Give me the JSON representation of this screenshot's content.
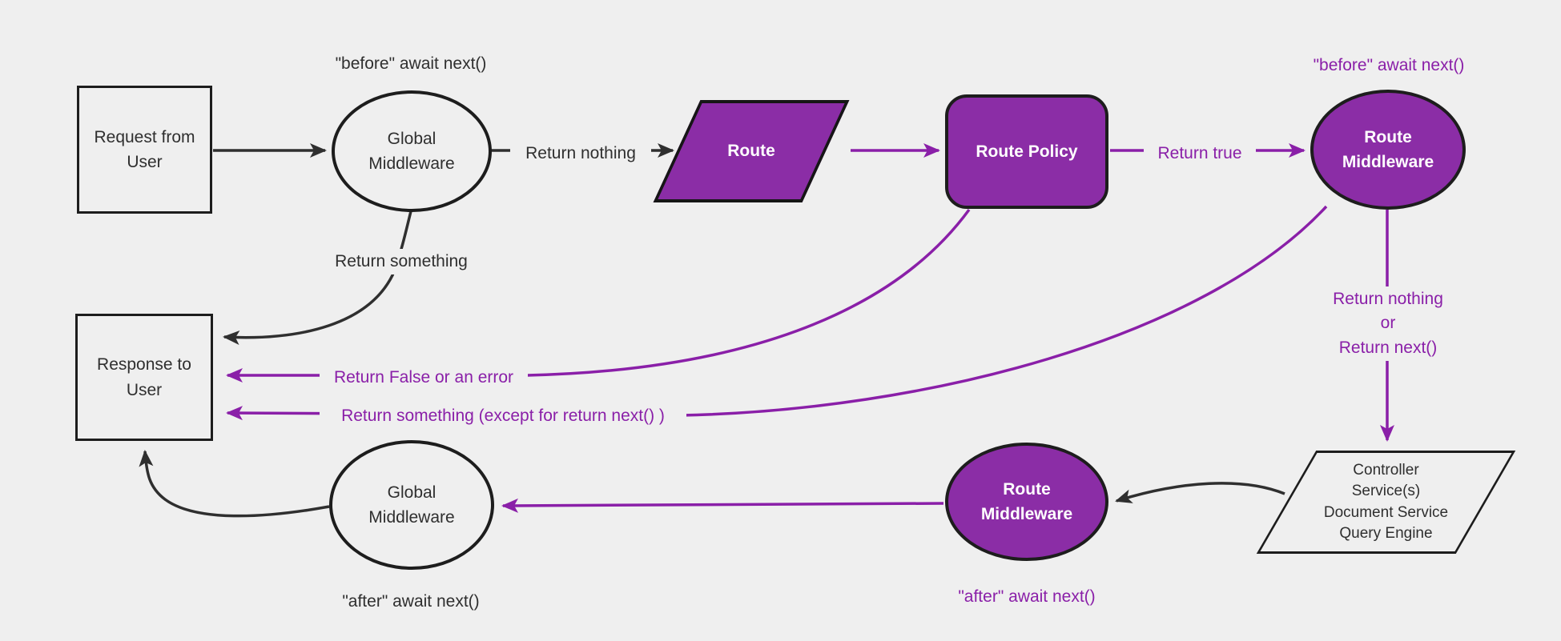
{
  "colors": {
    "background": "#efefef",
    "purple_fill": "#8b2da6",
    "purple_line": "#8a1fa8",
    "black_line": "#2f2f2f",
    "node_text_dark": "#2f2f2f",
    "node_text_light": "#ffffff"
  },
  "nodes": {
    "request": {
      "label": "Request from\nUser"
    },
    "global_mw_top": {
      "label": "Global\nMiddleware"
    },
    "route": {
      "label": "Route"
    },
    "route_policy": {
      "label": "Route Policy"
    },
    "route_mw_top": {
      "label": "Route\nMiddleware"
    },
    "controller": {
      "label": "Controller\nService(s)\nDocument Service\nQuery Engine"
    },
    "route_mw_bottom": {
      "label": "Route\nMiddleware"
    },
    "global_mw_bottom": {
      "label": "Global\nMiddleware"
    },
    "response": {
      "label": "Response to\nUser"
    }
  },
  "edges": {
    "before_await_top_left": {
      "label": "\"before\" await next()"
    },
    "return_nothing": {
      "label": "Return nothing"
    },
    "return_true": {
      "label": "Return true"
    },
    "before_await_top_right": {
      "label": "\"before\" await next()"
    },
    "return_something_top": {
      "label": "Return something"
    },
    "return_nothing_or_next": {
      "label": "Return nothing\nor\nReturn next()"
    },
    "return_false_or_error": {
      "label": "Return False or an error"
    },
    "return_something_except": {
      "label": "Return something (except for return next() )"
    },
    "after_await_bottom_right": {
      "label": "\"after\" await next()"
    },
    "after_await_bottom_left": {
      "label": "\"after\" await next()"
    }
  }
}
